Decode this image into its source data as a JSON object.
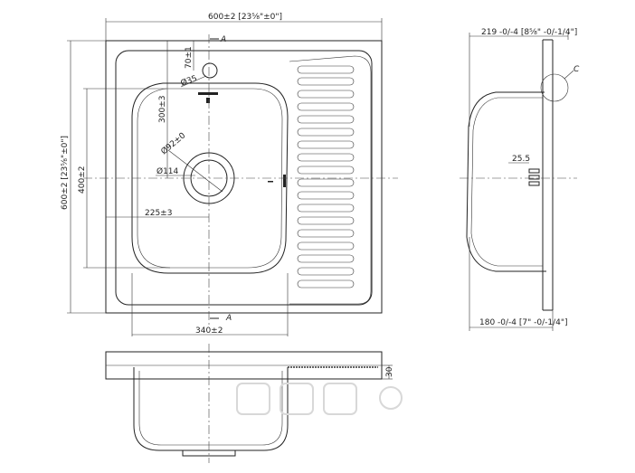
{
  "top_view": {
    "width_label": "600±2 [23⅝\"±0\"]",
    "height_label": "600±2 [23⅝\"±0\"]",
    "bowl_height_label": "400±2",
    "bowl_width_label": "340±2",
    "drain_offset_label": "225±3",
    "drain_depth_label": "300±3",
    "tap_offset_label": "70±1",
    "tap_hole_label": "Ø35",
    "drain_outer_label": "Ø114",
    "drain_inner_label": "Ø92±0",
    "section_label": "A"
  },
  "side_view": {
    "top_label": "219 -0/-4   [8⅝\" -0/-1/4\"]",
    "bottom_label": "180 -0/-4   [7\" -0/-1/4\"]",
    "overflow_label": "25.5",
    "detail_label": "C"
  },
  "front_view": {
    "height_label": "30"
  }
}
